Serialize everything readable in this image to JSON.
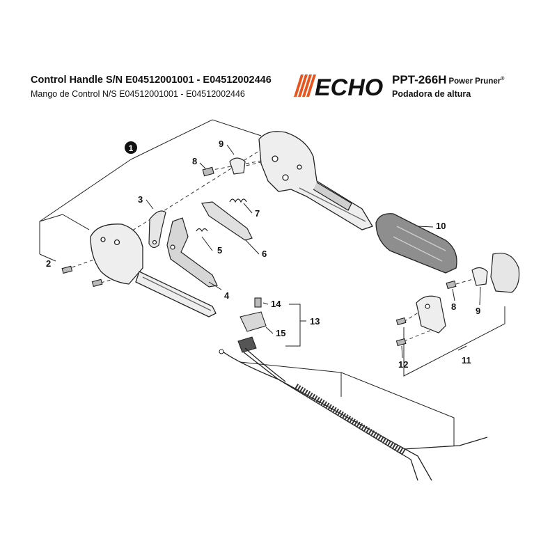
{
  "header": {
    "title_en": "Control Handle S/N E04512001001 - E04512002446",
    "title_es": "Mango de Control N/S E04512001001 - E04512002446",
    "logo_text": "ECHO",
    "model": "PPT-266H",
    "model_name": "Power Pruner",
    "model_mark": "®",
    "model_es": "Podadora de altura"
  },
  "colors": {
    "logo_orange": "#e8541e",
    "ink": "#111111",
    "part_fill": "#eeeeee",
    "part_shade": "#9a9a9a"
  },
  "callouts": {
    "c1": "1",
    "c2": "2",
    "c3": "3",
    "c4": "4",
    "c5": "5",
    "c6": "6",
    "c7": "7",
    "c8a": "8",
    "c8b": "8",
    "c9a": "9",
    "c9b": "9",
    "c10": "10",
    "c11": "11",
    "c12": "12",
    "c13": "13",
    "c14": "14",
    "c15": "15"
  }
}
